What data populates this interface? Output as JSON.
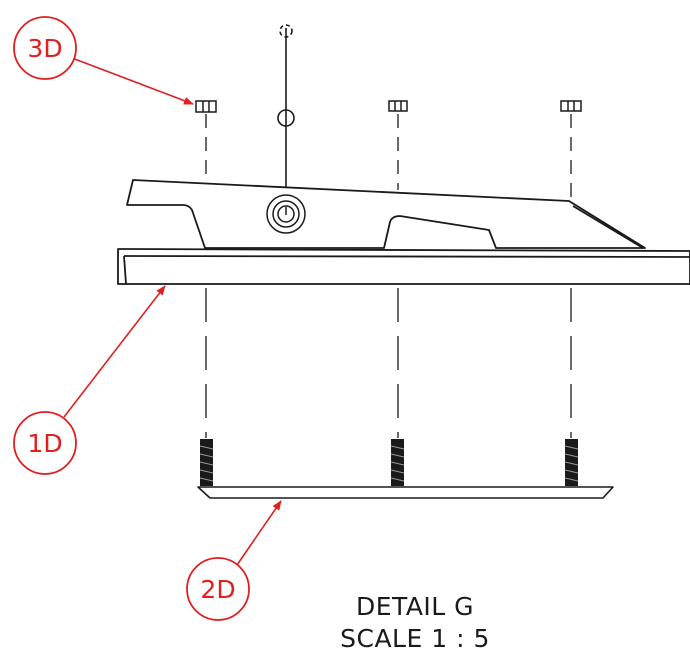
{
  "balloons": {
    "b3d": "3D",
    "b1d": "1D",
    "b2d": "2D"
  },
  "caption": {
    "title": "DETAIL G",
    "scale": "SCALE 1 : 5"
  },
  "colors": {
    "balloon": "#e02020",
    "linework": "#1a1a1a",
    "background": "#ffffff"
  }
}
